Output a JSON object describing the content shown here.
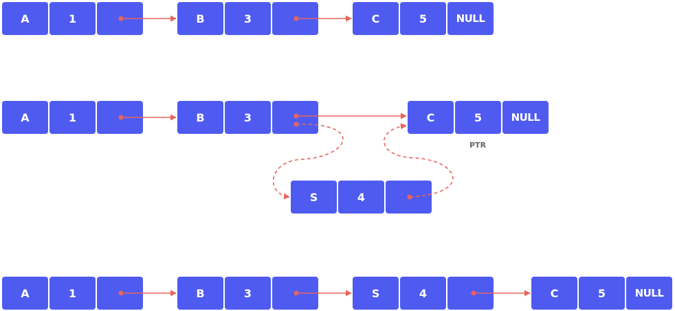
{
  "row1": {
    "nodes": [
      {
        "data": "A",
        "value": "1"
      },
      {
        "data": "B",
        "value": "3"
      },
      {
        "data": "C",
        "value": "5",
        "next": "NULL"
      }
    ]
  },
  "row2": {
    "nodes": [
      {
        "data": "A",
        "value": "1"
      },
      {
        "data": "B",
        "value": "3"
      },
      {
        "data": "C",
        "value": "5",
        "next": "NULL"
      },
      {
        "data": "S",
        "value": "4"
      }
    ],
    "ptr_label": "PTR"
  },
  "row3": {
    "nodes": [
      {
        "data": "A",
        "value": "1"
      },
      {
        "data": "B",
        "value": "3"
      },
      {
        "data": "S",
        "value": "4"
      },
      {
        "data": "C",
        "value": "5",
        "next": "NULL"
      }
    ]
  },
  "colors": {
    "node_fill": "#4f5bf0",
    "arrow": "#e9645c",
    "label": "#666666"
  }
}
